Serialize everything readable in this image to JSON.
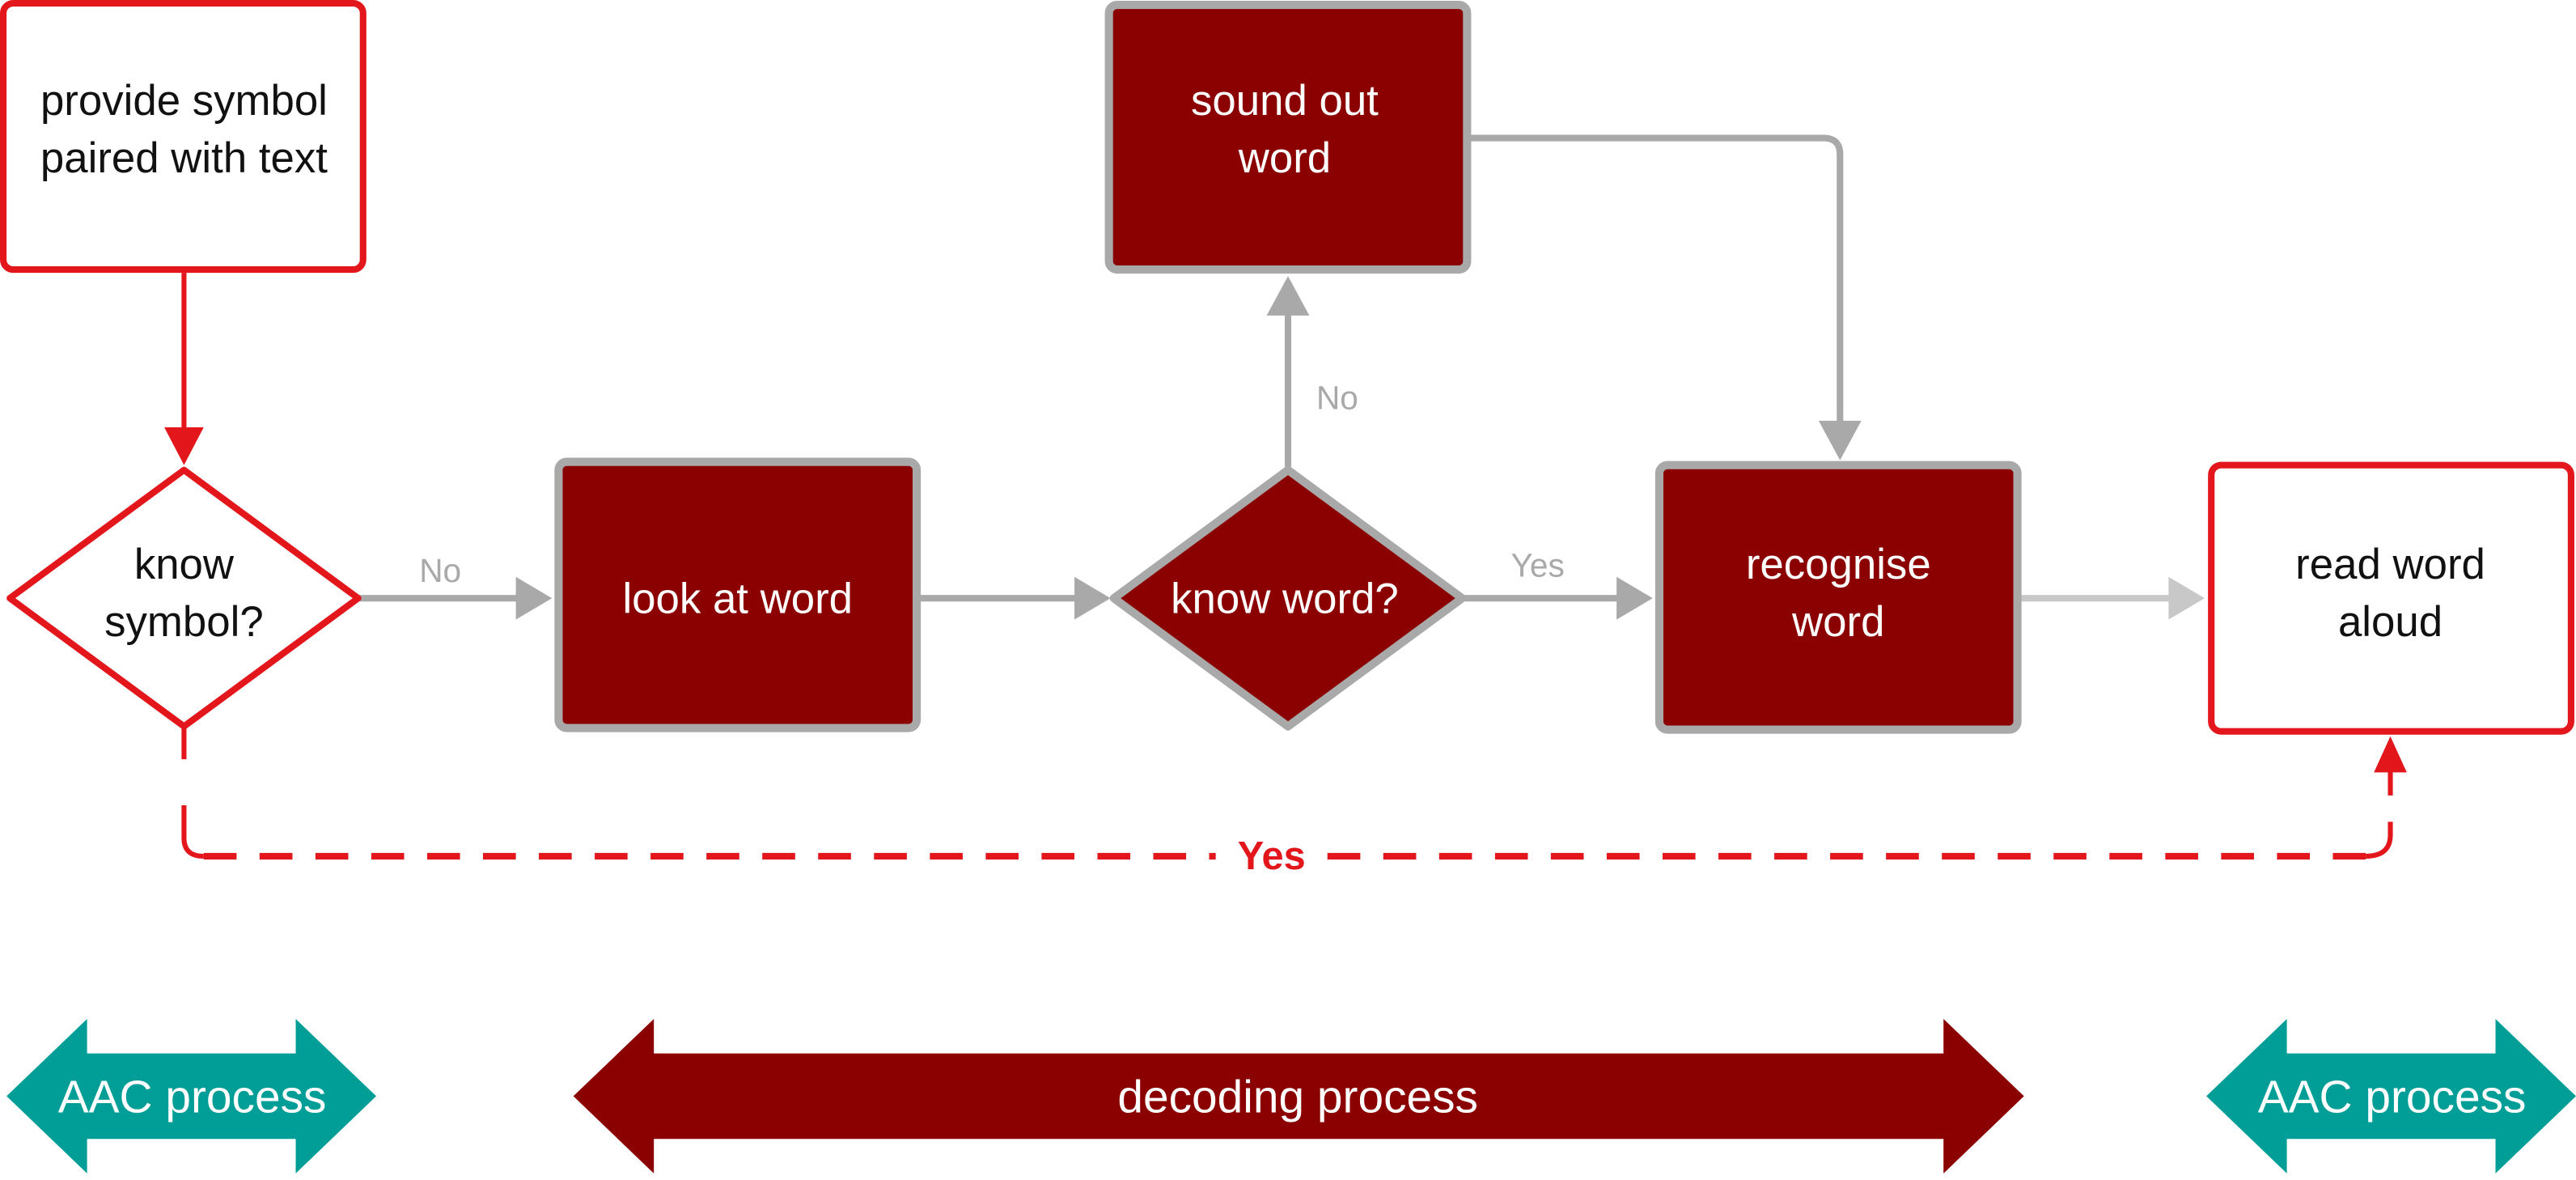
{
  "colors": {
    "dark_red": "#8b0000",
    "bright_red": "#e3161c",
    "gray": "#a9a9a9",
    "teal": "#009e96",
    "white": "#ffffff"
  },
  "nodes": {
    "provide_symbol": {
      "lines": [
        "provide symbol",
        "paired with text"
      ]
    },
    "know_symbol": {
      "lines": [
        "know",
        "symbol?"
      ]
    },
    "look_at_word": {
      "lines": [
        "look at word"
      ]
    },
    "know_word": {
      "lines": [
        "know word?"
      ]
    },
    "sound_out_word": {
      "lines": [
        "sound out",
        "word"
      ]
    },
    "recognise_word": {
      "lines": [
        "recognise",
        "word"
      ]
    },
    "read_word_aloud": {
      "lines": [
        "read word",
        "aloud"
      ]
    }
  },
  "edges": {
    "know_symbol_no": "No",
    "know_word_no": "No",
    "know_word_yes": "Yes",
    "know_symbol_yes": "Yes"
  },
  "bands": {
    "left": "AAC process",
    "middle": "decoding process",
    "right": "AAC process"
  }
}
